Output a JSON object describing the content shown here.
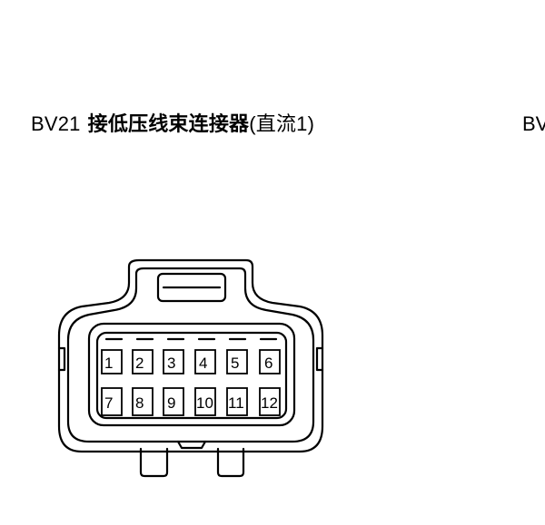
{
  "connector": {
    "code": "BV21",
    "name": "接低压线束连接器",
    "variant": "(直流1)"
  },
  "next_title_partial": "BV",
  "pins": {
    "row1": [
      "1",
      "2",
      "3",
      "4",
      "5",
      "6"
    ],
    "row2": [
      "7",
      "8",
      "9",
      "10",
      "11",
      "12"
    ]
  }
}
